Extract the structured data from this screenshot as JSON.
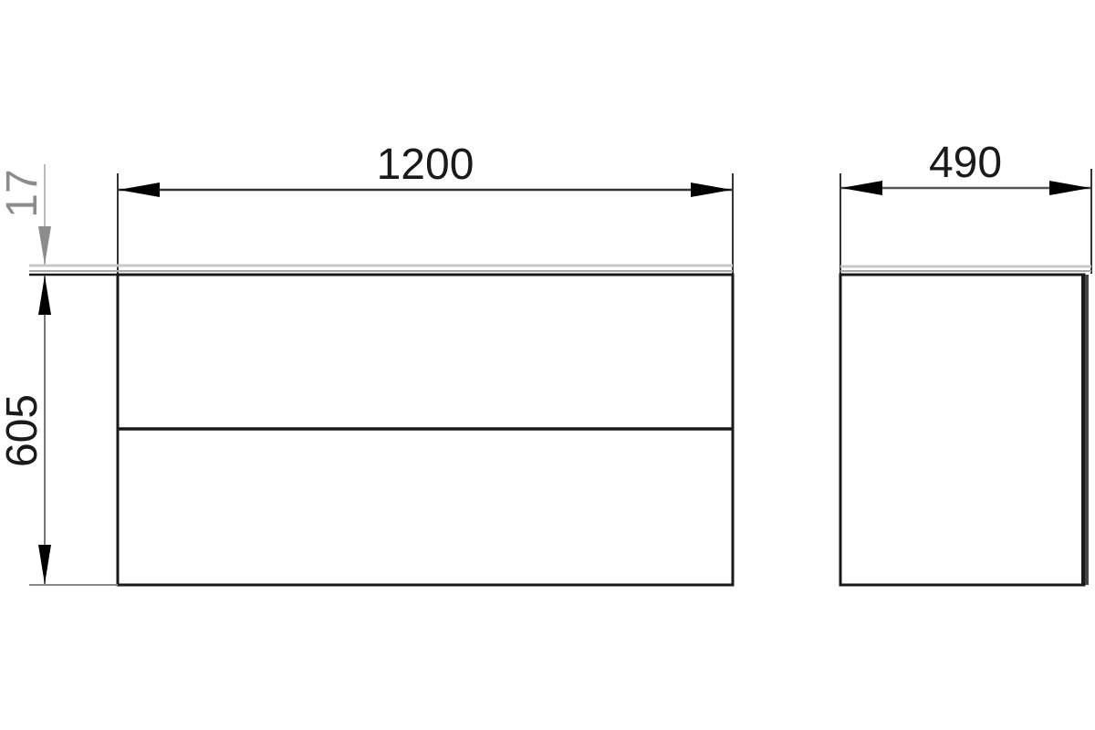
{
  "drawing": {
    "front_view": {
      "width_label": "1200",
      "height_label": "605",
      "top_thickness_label": "17",
      "drawers": 2
    },
    "side_view": {
      "depth_label": "490"
    },
    "colors": {
      "line": "#1a1a1a",
      "dim_line": "#333333",
      "grey_dim": "#8c8c8c",
      "top_panel": "#bfbfbf",
      "background": "#ffffff"
    }
  }
}
